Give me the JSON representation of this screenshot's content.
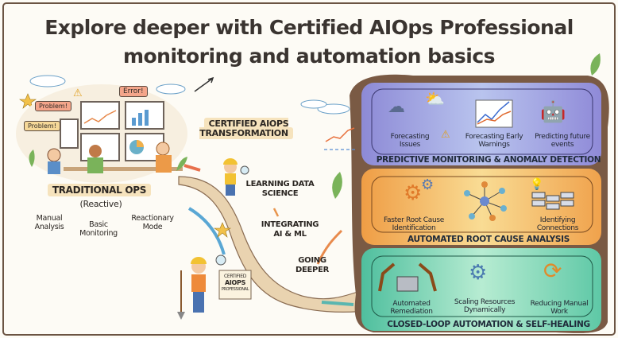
{
  "title": {
    "line1": "Explore deeper with Certified AIOps Professional",
    "line2": "monitoring and automation basics"
  },
  "traditional": {
    "bubbles": [
      "Problem!",
      "Problem!",
      "Error!"
    ],
    "heading": "TRADITIONAL OPS",
    "subheading": "(Reactive)",
    "traits": [
      "Manual Analysis",
      "Basic Monitoring",
      "Reactionary Mode"
    ]
  },
  "journey": {
    "transformation": "CERTIFIED AIOPS TRANSFORMATION",
    "steps": [
      "LEARNING DATA SCIENCE",
      "INTEGRATING AI & ML",
      "GOING DEEPER"
    ],
    "certificate": {
      "line1": "CERTIFIED",
      "line2": "AIOPS",
      "line3": "PROFESSIONAL"
    }
  },
  "layers": [
    {
      "title": "PREDICTIVE MONITORING & ANOMALY DETECTION",
      "color": "#8f8fd8",
      "items": [
        "Forecasting Issues",
        "Forecasting Early Warnings",
        "Predicting future events"
      ]
    },
    {
      "title": "AUTOMATED ROOT CAUSE ANALYSIS",
      "color": "#f2b45a",
      "items": [
        "Faster Root Cause Identification",
        "Identifying Connections"
      ]
    },
    {
      "title": "CLOSED-LOOP AUTOMATION & SELF-HEALING",
      "color": "#6fcfae",
      "items": [
        "Automated Remediation",
        "Scaling Resources Dynamically",
        "Reducing Manual Work"
      ]
    }
  ]
}
